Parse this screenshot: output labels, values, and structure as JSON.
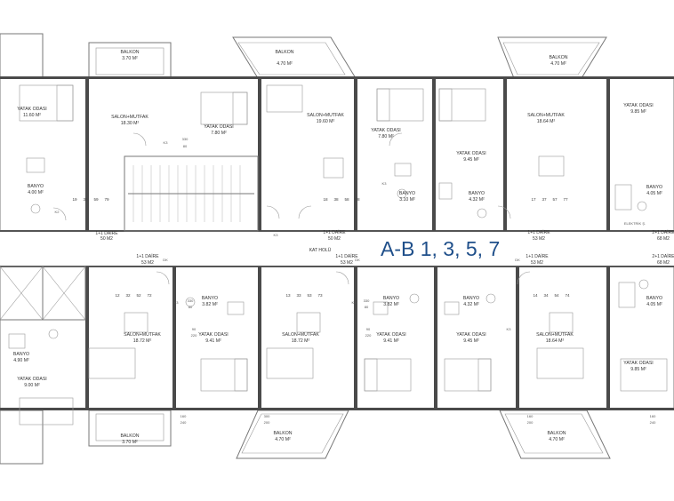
{
  "title": "A-B 1, 3, 5, 7",
  "corridor": "KAT HOLÜ",
  "units_top": [
    {
      "type": "1+1 DAİRE",
      "area": "50 M2"
    },
    {
      "type": "1+1 DAİRE",
      "area": "50 M2"
    },
    {
      "type": "1+1 DAİRE",
      "area": "53 M2"
    },
    {
      "type": "2+1 DAİRE",
      "area": "68 M2"
    }
  ],
  "units_bottom": [
    {
      "type": "1+1 DAİRE",
      "area": "53 M2"
    },
    {
      "type": "1+1 DAİRE",
      "area": "53 M2"
    },
    {
      "type": "1+1 DAİRE",
      "area": "53 M2"
    },
    {
      "type": "2+1 DAİRE",
      "area": "68 M2"
    }
  ],
  "rooms": {
    "balkon_a": {
      "name": "BALKON",
      "area": "3.70 M²"
    },
    "balkon_b": {
      "name": "BALKON",
      "area": "4.70 M²"
    },
    "balkon_c": {
      "name": "BALKON",
      "area": "4.70 M²"
    },
    "yatak_a": {
      "name": "YATAK ODASI",
      "area": "11.60 M²"
    },
    "salon_a": {
      "name": "SALON+MUTFAK",
      "area": "18.30 M²"
    },
    "yatak_b": {
      "name": "YATAK ODASI",
      "area": "7.80 M²"
    },
    "salon_b": {
      "name": "SALON+MUTFAK",
      "area": "19.60 M²"
    },
    "yatak_c": {
      "name": "YATAK ODASI",
      "area": "7.80 M²"
    },
    "yatak_d": {
      "name": "YATAK ODASI",
      "area": "9.45 M²"
    },
    "salon_c": {
      "name": "SALON+MUTFAK",
      "area": "18.64 M²"
    },
    "yatak_e": {
      "name": "YATAK ODASI",
      "area": "9.85 M²"
    },
    "banyo_a": {
      "name": "BANYO",
      "area": "4.00 M²"
    },
    "banyo_b": {
      "name": "BANYO",
      "area": "3.10 M²"
    },
    "banyo_c": {
      "name": "BANYO",
      "area": "4.32 M²"
    },
    "banyo_d": {
      "name": "BANYO",
      "area": "4.05 M²"
    },
    "banyo_e": {
      "name": "BANYO",
      "area": "4.90 M²"
    },
    "banyo_f": {
      "name": "BANYO",
      "area": "3.82 M²"
    },
    "banyo_g": {
      "name": "BANYO",
      "area": "3.82 M²"
    },
    "banyo_h": {
      "name": "BANYO",
      "area": "4.32 M²"
    },
    "banyo_i": {
      "name": "BANYO",
      "area": "4.05 M²"
    },
    "salon_d": {
      "name": "SALON+MUTFAK",
      "area": "18.72 M²"
    },
    "salon_e": {
      "name": "SALON+MUTFAK",
      "area": "18.72 M²"
    },
    "salon_f": {
      "name": "SALON+MUTFAK",
      "area": "18.64 M²"
    },
    "yatak_f": {
      "name": "YATAK ODASI",
      "area": "9.41 M²"
    },
    "yatak_g": {
      "name": "YATAK ODASI",
      "area": "9.41 M²"
    },
    "yatak_h": {
      "name": "YATAK ODASI",
      "area": "9.45 M²"
    },
    "yatak_i": {
      "name": "YATAK ODASI",
      "area": "9.00 M²"
    },
    "yatak_j": {
      "name": "YATAK ODASI",
      "area": "9.85 M²"
    },
    "balkon_d": {
      "name": "BALKON",
      "area": "3.70 M²"
    },
    "balkon_e": {
      "name": "BALKON",
      "area": "4.70 M²"
    },
    "balkon_f": {
      "name": "BALKON",
      "area": "4.70 M²"
    }
  },
  "door_codes": [
    "K3",
    "K2",
    "DK",
    "EK",
    "K1"
  ],
  "unit_numbers": {
    "top_a": [
      "19",
      "39",
      "59",
      "79"
    ],
    "top_b": [
      "18",
      "38",
      "58",
      "78"
    ],
    "top_c": [
      "17",
      "37",
      "57",
      "77"
    ],
    "bot_a": [
      "12",
      "32",
      "52",
      "72"
    ],
    "bot_b": [
      "13",
      "33",
      "53",
      "73"
    ],
    "bot_c": [
      "14",
      "34",
      "54",
      "74"
    ]
  },
  "dimensions": [
    "330",
    "80",
    "90",
    "220",
    "160",
    "240",
    "300",
    "200",
    "180"
  ],
  "shaft_label": "ELEKTRİK Ş."
}
